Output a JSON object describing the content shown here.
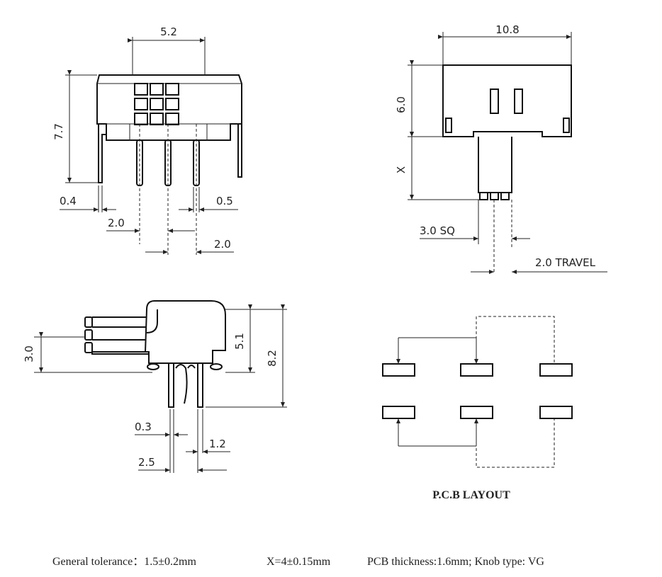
{
  "front_view": {
    "dim_width": "5.2",
    "dim_height": "7.7",
    "dim_pin_thickness": "0.4",
    "dim_pin_width": "0.5",
    "dim_pitch_left": "2.0",
    "dim_pitch_right": "2.0"
  },
  "side_view": {
    "dim_length": "10.8",
    "dim_height": "6.0",
    "dim_x": "X",
    "dim_knob": "3.0 SQ",
    "dim_travel": "2.0 TRAVEL"
  },
  "bottom_view": {
    "dim_knob_height": "3.0",
    "dim_body_height": "5.1",
    "dim_total_height": "8.2",
    "dim_pin_thickness": "0.3",
    "dim_pin_gap": "1.2",
    "dim_pin_pitch": "2.5"
  },
  "pcb_layout": {
    "title": "P.C.B LAYOUT"
  },
  "footer": {
    "tolerance": "General tolerance：1.5±0.2mm",
    "x_value": "X=4±0.15mm",
    "pcb_knob": "PCB thickness:1.6mm; Knob type: VG"
  }
}
